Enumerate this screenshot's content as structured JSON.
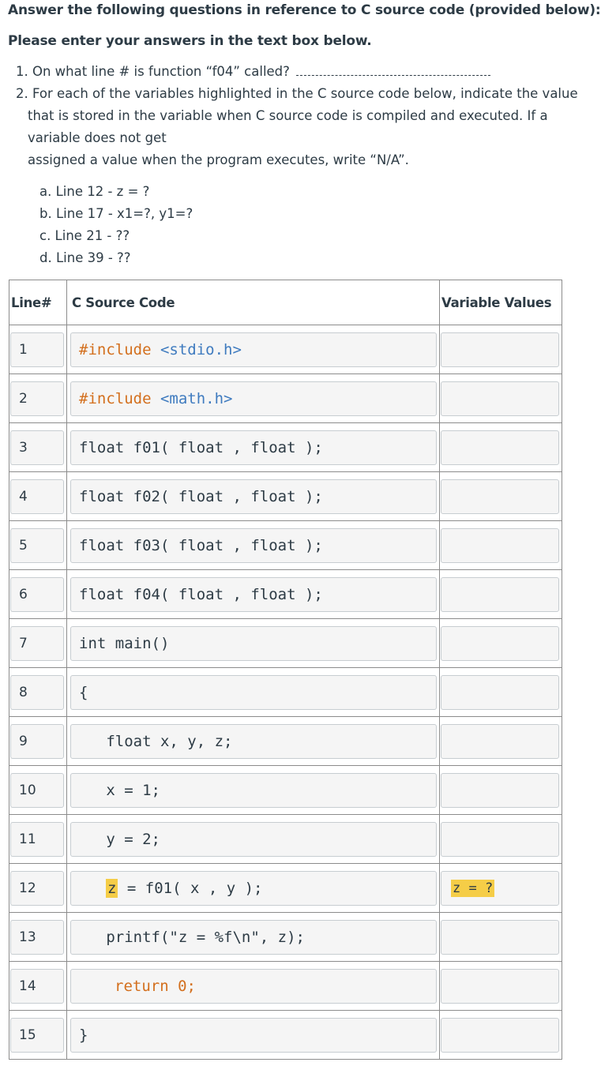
{
  "header": {
    "title": "Answer the following questions in reference to C source code (provided below):",
    "instruction": "Please enter your answers in the text box below."
  },
  "questions": {
    "q1": "1. On what line # is function “f04” called?",
    "q2_line1": "2. For each of the variables highlighted in the C source code below, indicate the value",
    "q2_line2": "that is stored in the variable when C source code is compiled and executed. If a",
    "q2_line3": "variable does not get",
    "q2_line4": "assigned a value when the program executes, write “N/A”.",
    "sub": [
      "a. Line 12 - z = ?",
      "b. Line 17 - x1=?, y1=?",
      "c. Line 21 -  ??",
      "d. Line 39 - ??"
    ]
  },
  "table": {
    "headers": {
      "line": "Line#",
      "code": "C Source Code",
      "vars": "Variable Values"
    },
    "rows": [
      {
        "num": "1",
        "code_a": "#include",
        "code_b": " <stdio.h>"
      },
      {
        "num": "2",
        "code_a": "#include",
        "code_b": " <math.h>"
      },
      {
        "num": "3",
        "code": "float f01( float , float );"
      },
      {
        "num": "4",
        "code": "float f02( float , float );"
      },
      {
        "num": "5",
        "code": "float f03( float , float );"
      },
      {
        "num": "6",
        "code": "float f04( float , float );"
      },
      {
        "num": "7",
        "code": "int main()"
      },
      {
        "num": "8",
        "code": "{"
      },
      {
        "num": "9",
        "code": "   float x, y, z;"
      },
      {
        "num": "10",
        "code": "   x = 1;"
      },
      {
        "num": "11",
        "code": "   y = 2;"
      },
      {
        "num": "12",
        "code_hl": "z",
        "code_rest": " = f01( x , y );",
        "var": "z = ?"
      },
      {
        "num": "13",
        "code": "   printf(\"z = %f\\n\", z);"
      },
      {
        "num": "14",
        "code": "return 0;"
      },
      {
        "num": "15",
        "code": "}"
      }
    ]
  },
  "colors": {
    "keyword_orange": "#d36f1d",
    "header_blue": "#3f7bbf",
    "highlight_yellow": "#f5cd47",
    "text": "#2d3b45"
  }
}
